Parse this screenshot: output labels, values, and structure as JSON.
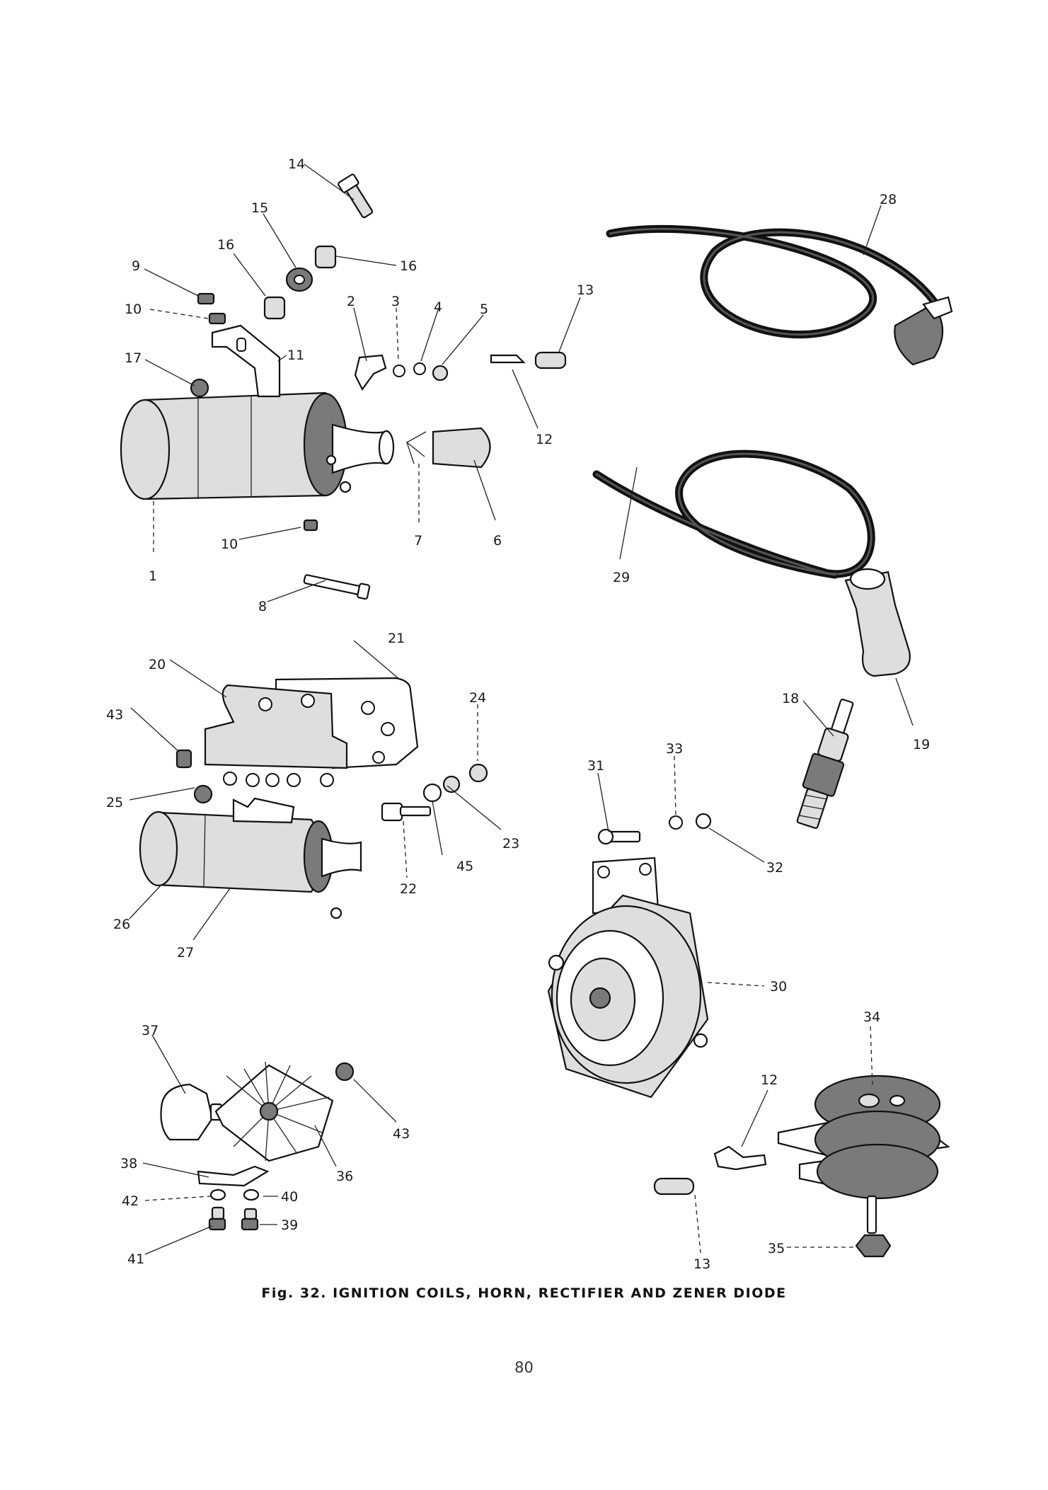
{
  "caption": "Fig. 32.  IGNITION COILS, HORN, RECTIFIER AND ZENER DIODE",
  "page_number": "80",
  "callouts": {
    "c1": "1",
    "c2": "2",
    "c3": "3",
    "c4": "4",
    "c5": "5",
    "c6": "6",
    "c7": "7",
    "c8": "8",
    "c9": "9",
    "c10a": "10",
    "c10b": "10",
    "c11": "11",
    "c12a": "12",
    "c12b": "12",
    "c13a": "13",
    "c13b": "13",
    "c14": "14",
    "c15": "15",
    "c16a": "16",
    "c16b": "16",
    "c17": "17",
    "c18": "18",
    "c19": "19",
    "c20": "20",
    "c21": "21",
    "c22": "22",
    "c23": "23",
    "c24": "24",
    "c25": "25",
    "c26": "26",
    "c27": "27",
    "c28": "28",
    "c29": "29",
    "c30": "30",
    "c31": "31",
    "c32": "32",
    "c33": "33",
    "c34": "34",
    "c35": "35",
    "c36": "36",
    "c37": "37",
    "c38": "38",
    "c39": "39",
    "c40": "40",
    "c41": "41",
    "c42": "42",
    "c43a": "43",
    "c43b": "43",
    "c45": "45"
  }
}
